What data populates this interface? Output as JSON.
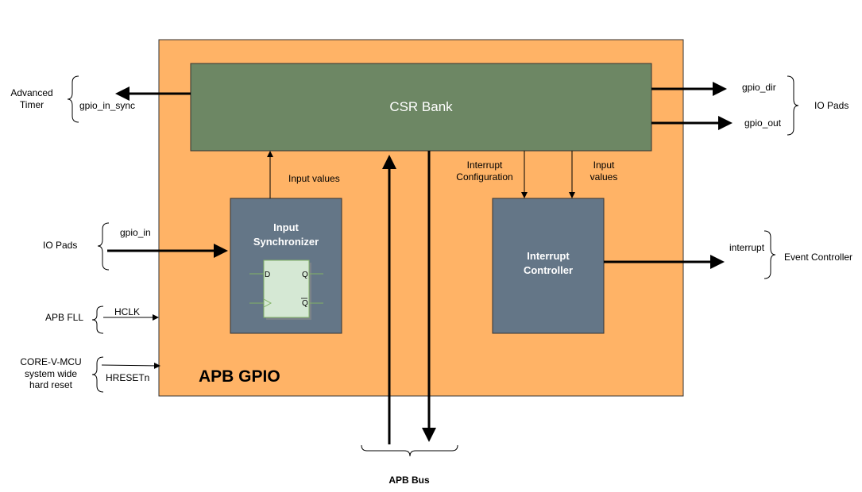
{
  "diagram": {
    "colors": {
      "outer_fill": "#ffb366",
      "outer_stroke": "#333333",
      "csr_fill": "#6d8764",
      "block_fill": "#647687",
      "flop_fill": "#d5e8d4",
      "flop_stroke": "#82b366",
      "white": "#ffffff",
      "black": "#000000"
    },
    "outer_title": "APB GPIO",
    "csr_bank": "CSR Bank",
    "input_sync": {
      "line1": "Input",
      "line2": "Synchronizer"
    },
    "interrupt_ctrl": {
      "line1": "Interrupt",
      "line2": "Controller"
    },
    "flop": {
      "d": "D",
      "q": "Q",
      "qbar": "Q"
    },
    "left": {
      "advanced_timer": {
        "line1": "Advanced",
        "line2": "Timer"
      },
      "gpio_in_sync": "gpio_in_sync",
      "io_pads": "IO Pads",
      "gpio_in": "gpio_in",
      "apb_fll": "APB FLL",
      "hclk": "HCLK",
      "core_v_mcu": {
        "line1": "CORE-V-MCU",
        "line2": "system wide",
        "line3": "hard reset"
      },
      "hresetn": "HRESETn"
    },
    "right": {
      "gpio_dir": "gpio_dir",
      "gpio_out": "gpio_out",
      "io_pads": "IO Pads",
      "interrupt": "interrupt",
      "event_controller": "Event Controller"
    },
    "internal": {
      "input_values_sync": "Input values",
      "interrupt_config": {
        "line1": "Interrupt",
        "line2": "Configuration"
      },
      "input_values_irq": {
        "line1": "Input",
        "line2": "values"
      }
    },
    "bus": "APB Bus"
  }
}
